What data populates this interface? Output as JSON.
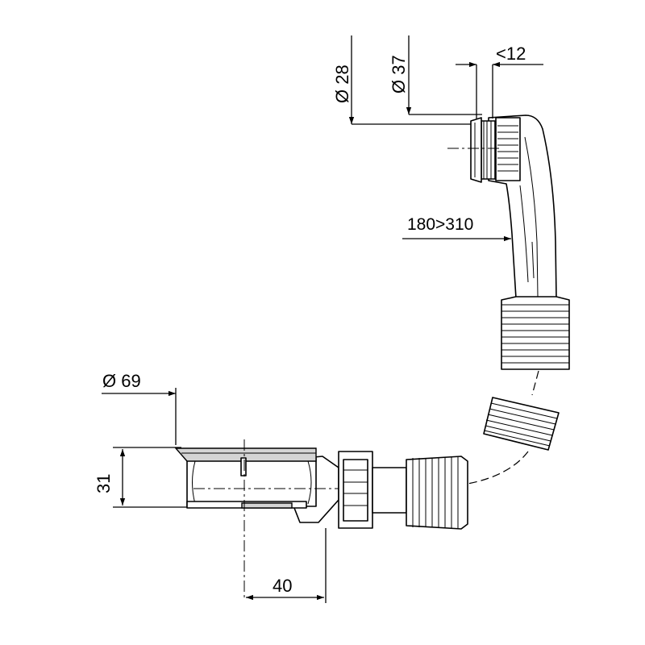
{
  "dimensions": {
    "diameter_28": "Ø 28",
    "diameter_37": "Ø 37",
    "length_12": "<12",
    "range_180_310": "180>310",
    "diameter_69": "Ø 69",
    "height_31": "31",
    "offset_40": "40"
  },
  "colors": {
    "line": "#000000",
    "fill": "#ffffff",
    "grey_fill": "#d4d4d4"
  }
}
